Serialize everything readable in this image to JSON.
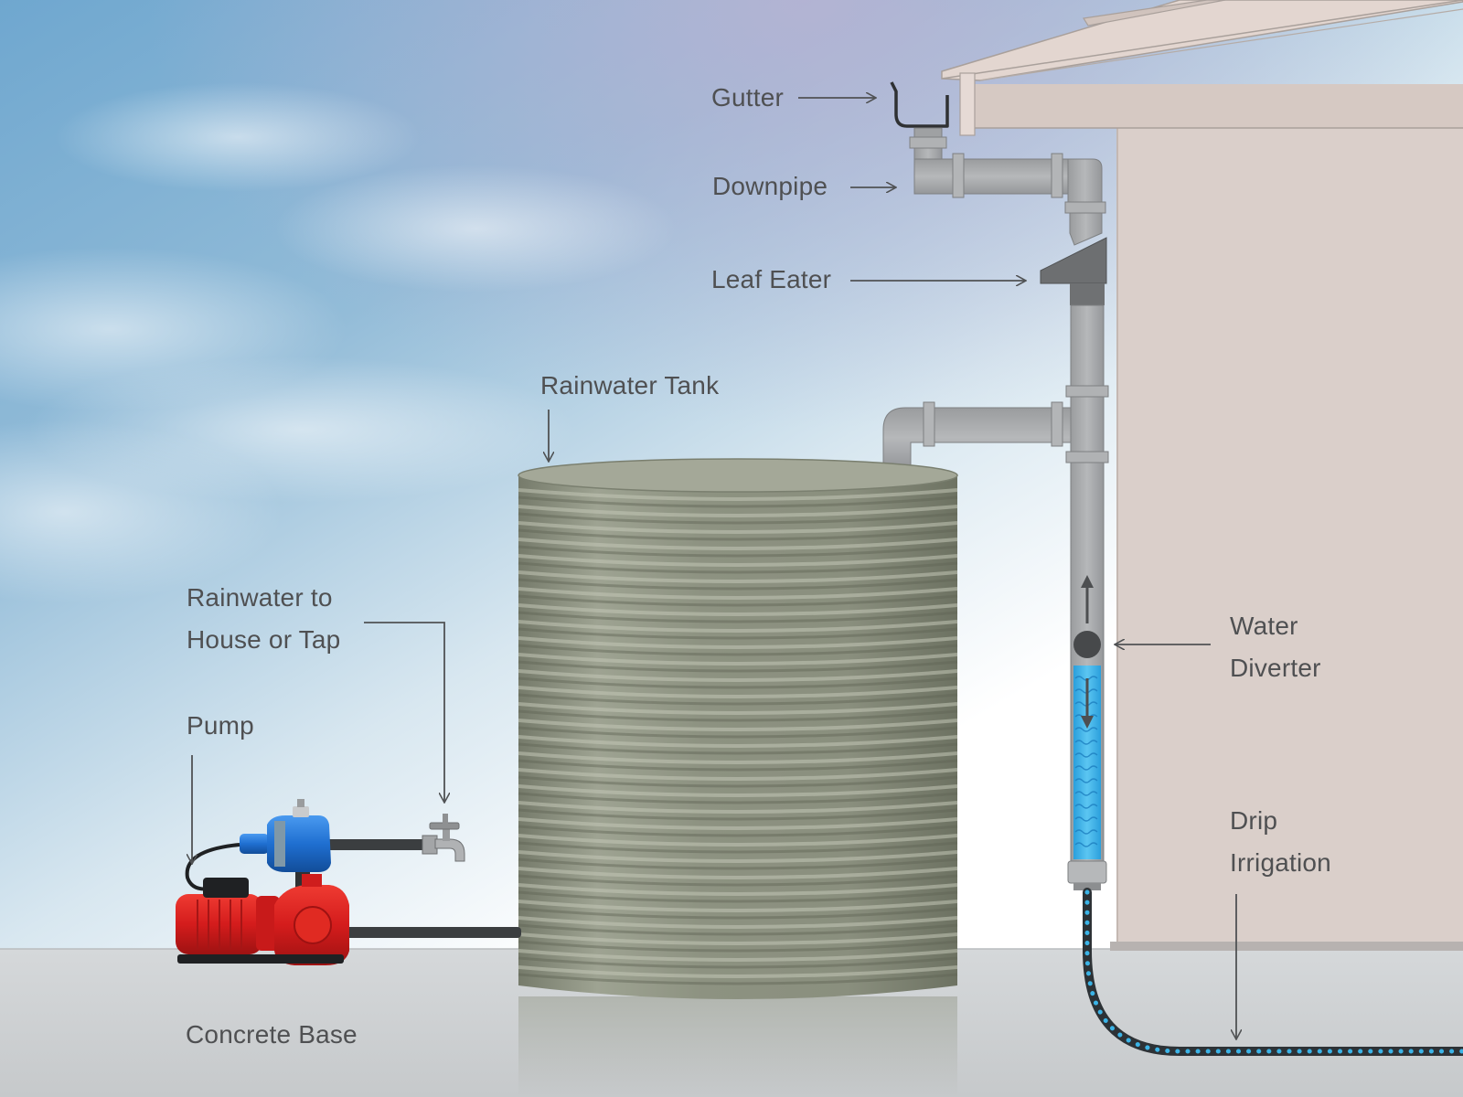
{
  "labels": {
    "gutter": "Gutter",
    "downpipe": "Downpipe",
    "leaf_eater": "Leaf Eater",
    "rainwater_tank": "Rainwater Tank",
    "rainwater_to_house": {
      "line1": "Rainwater to",
      "line2": "House or Tap"
    },
    "pump": "Pump",
    "concrete_base": "Concrete Base",
    "water_diverter": {
      "line1": "Water",
      "line2": "Diverter"
    },
    "drip_irrigation": {
      "line1": "Drip",
      "line2": "Irrigation"
    }
  },
  "colors": {
    "label_text": "#4f5052",
    "arrow": "#505254",
    "tank": "#8e9482",
    "pipe": "#a9abad",
    "pump_motor": "#d81e1e",
    "pressure_switch": "#1f6fd1",
    "diverter_water": "#46b6ea",
    "drip_hose_dots": "#3bb3e6",
    "wall": "#dacfca",
    "ground": "#cfd2d4"
  },
  "icons": {
    "tap": "tap-icon",
    "pump": "pump-icon"
  }
}
